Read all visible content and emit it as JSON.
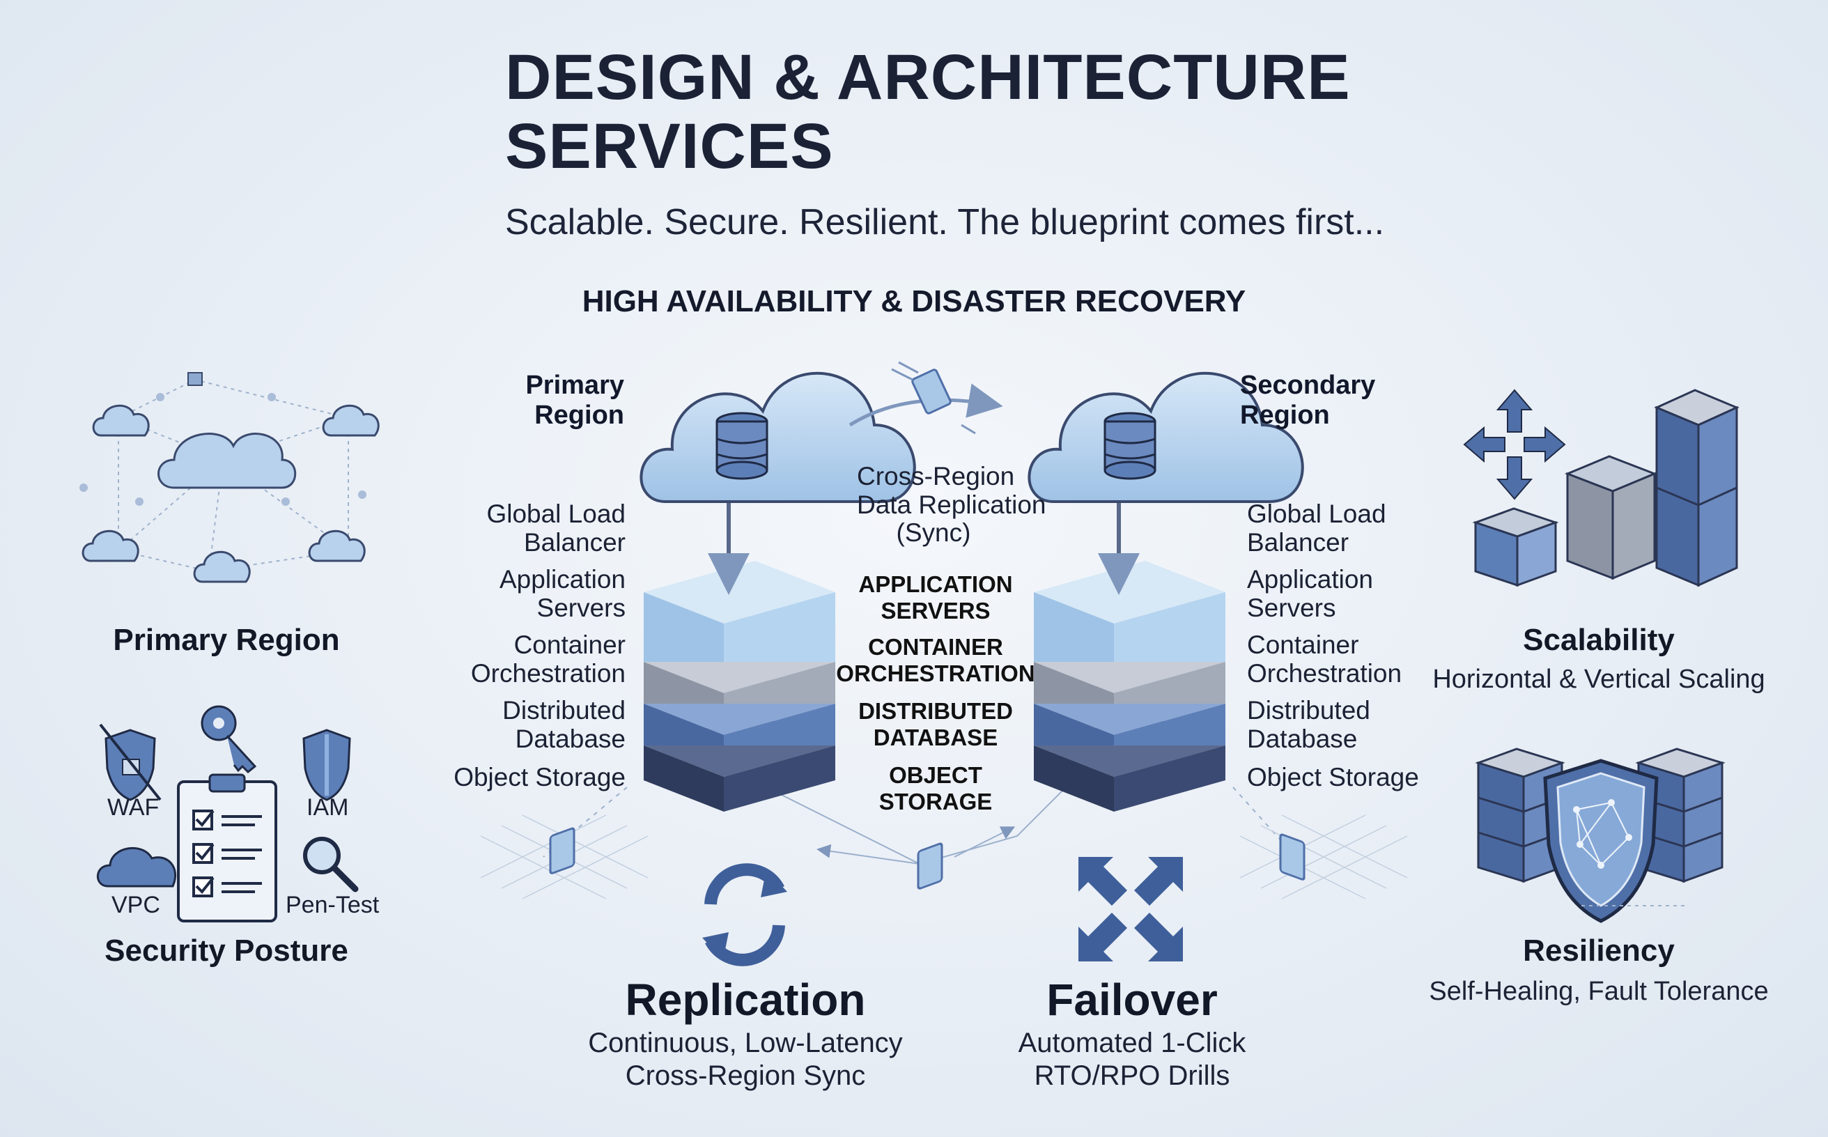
{
  "header": {
    "title_line1": "DESIGN & ARCHITECTURE",
    "title_line2": "SERVICES",
    "subtitle": "Scalable. Secure. Resilient. The blueprint comes first..."
  },
  "ha_section": {
    "title": "HIGH AVAILABILITY & DISASTER RECOVERY",
    "primary_region": {
      "line1": "Primary",
      "line2": "Region"
    },
    "secondary_region": {
      "line1": "Secondary",
      "line2": "Region"
    },
    "replication_link": {
      "line1": "Cross-Region",
      "line2": "Data Replication",
      "line3": "(Sync)"
    },
    "layers": [
      {
        "line1": "Global Load",
        "line2": "Balancer"
      },
      {
        "line1": "Application",
        "line2": "Servers"
      },
      {
        "line1": "Container",
        "line2": "Orchestration"
      },
      {
        "line1": "Distributed",
        "line2": "Database"
      },
      {
        "line1": "Object Storage",
        "line2": ""
      }
    ],
    "center_layers": [
      {
        "line1": "APPLICATION",
        "line2": "SERVERS"
      },
      {
        "line1": "CONTAINER",
        "line2": "ORCHESTRATION"
      },
      {
        "line1": "DISTRIBUTED",
        "line2": "DATABASE"
      },
      {
        "line1": "OBJECT",
        "line2": "STORAGE"
      }
    ]
  },
  "left_panel": {
    "network_caption": "Primary Region",
    "security": {
      "caption": "Security Posture",
      "items": {
        "waf": "WAF",
        "iam": "IAM",
        "vpc": "VPC",
        "pentest": "Pen-Test"
      }
    }
  },
  "right_panel": {
    "scalability": {
      "title": "Scalability",
      "subtitle": "Horizontal & Vertical Scaling"
    },
    "resiliency": {
      "title": "Resiliency",
      "subtitle": "Self-Healing, Fault Tolerance"
    }
  },
  "features": {
    "replication": {
      "title": "Replication",
      "line1": "Continuous, Low-Latency",
      "line2": "Cross-Region Sync"
    },
    "failover": {
      "title": "Failover",
      "line1": "Automated 1-Click",
      "line2": "RTO/RPO Drills"
    }
  },
  "colors": {
    "navy": "#1b2236",
    "layer_light": "#a9cbe8",
    "layer_grey": "#a3abb8",
    "layer_blue": "#5d7fb8",
    "layer_dark": "#3b4a72",
    "cloud": "#b9d4ef",
    "icon_blue": "#4f6fa8"
  }
}
